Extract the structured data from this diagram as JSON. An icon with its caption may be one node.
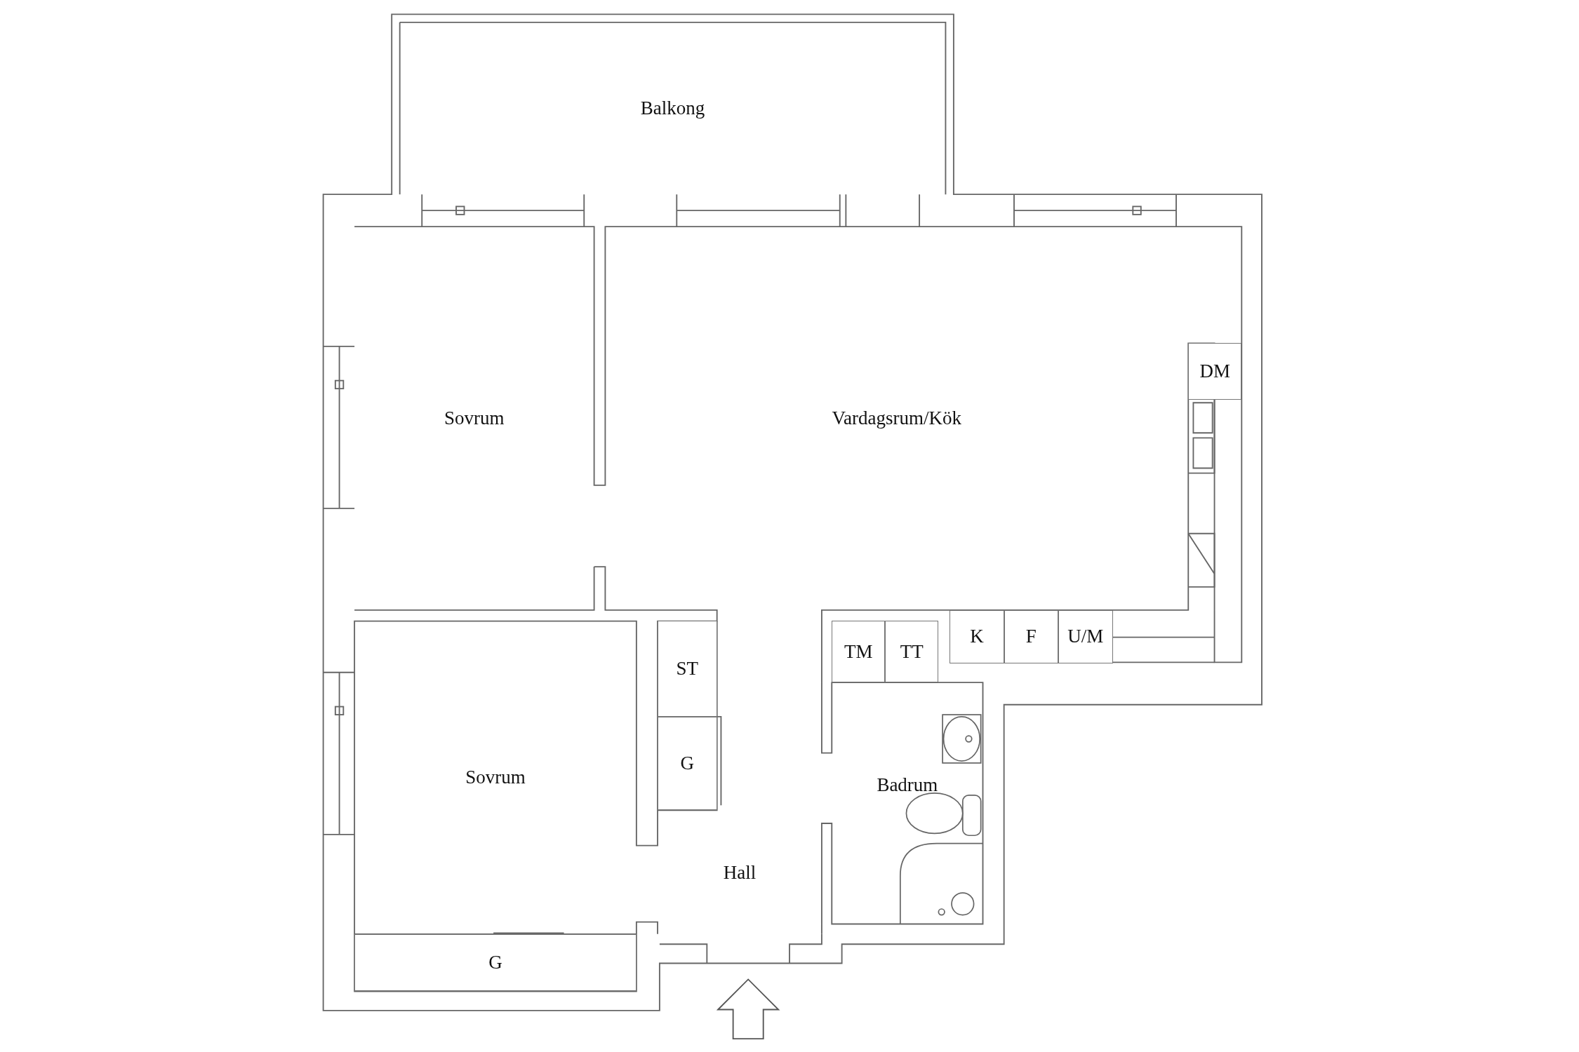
{
  "diagram": {
    "nodes": [
      {
        "text": [
          "Balkong"
        ]
      },
      {
        "text": [
          "Sovrum"
        ]
      },
      {
        "text": [
          "Vardagsrum/Kök"
        ]
      },
      {
        "text": [
          "DM"
        ]
      },
      {
        "text": [
          "K"
        ]
      },
      {
        "text": [
          "F"
        ]
      },
      {
        "text": [
          "U/M"
        ]
      },
      {
        "text": [
          "TM"
        ]
      },
      {
        "text": [
          "TT"
        ]
      },
      {
        "text": [
          "ST"
        ]
      },
      {
        "text": [
          "G"
        ]
      },
      {
        "text": [
          "Sovrum"
        ]
      },
      {
        "text": [
          "Badrum"
        ]
      },
      {
        "text": [
          "Hall"
        ]
      },
      {
        "text": [
          "G"
        ]
      }
    ]
  }
}
